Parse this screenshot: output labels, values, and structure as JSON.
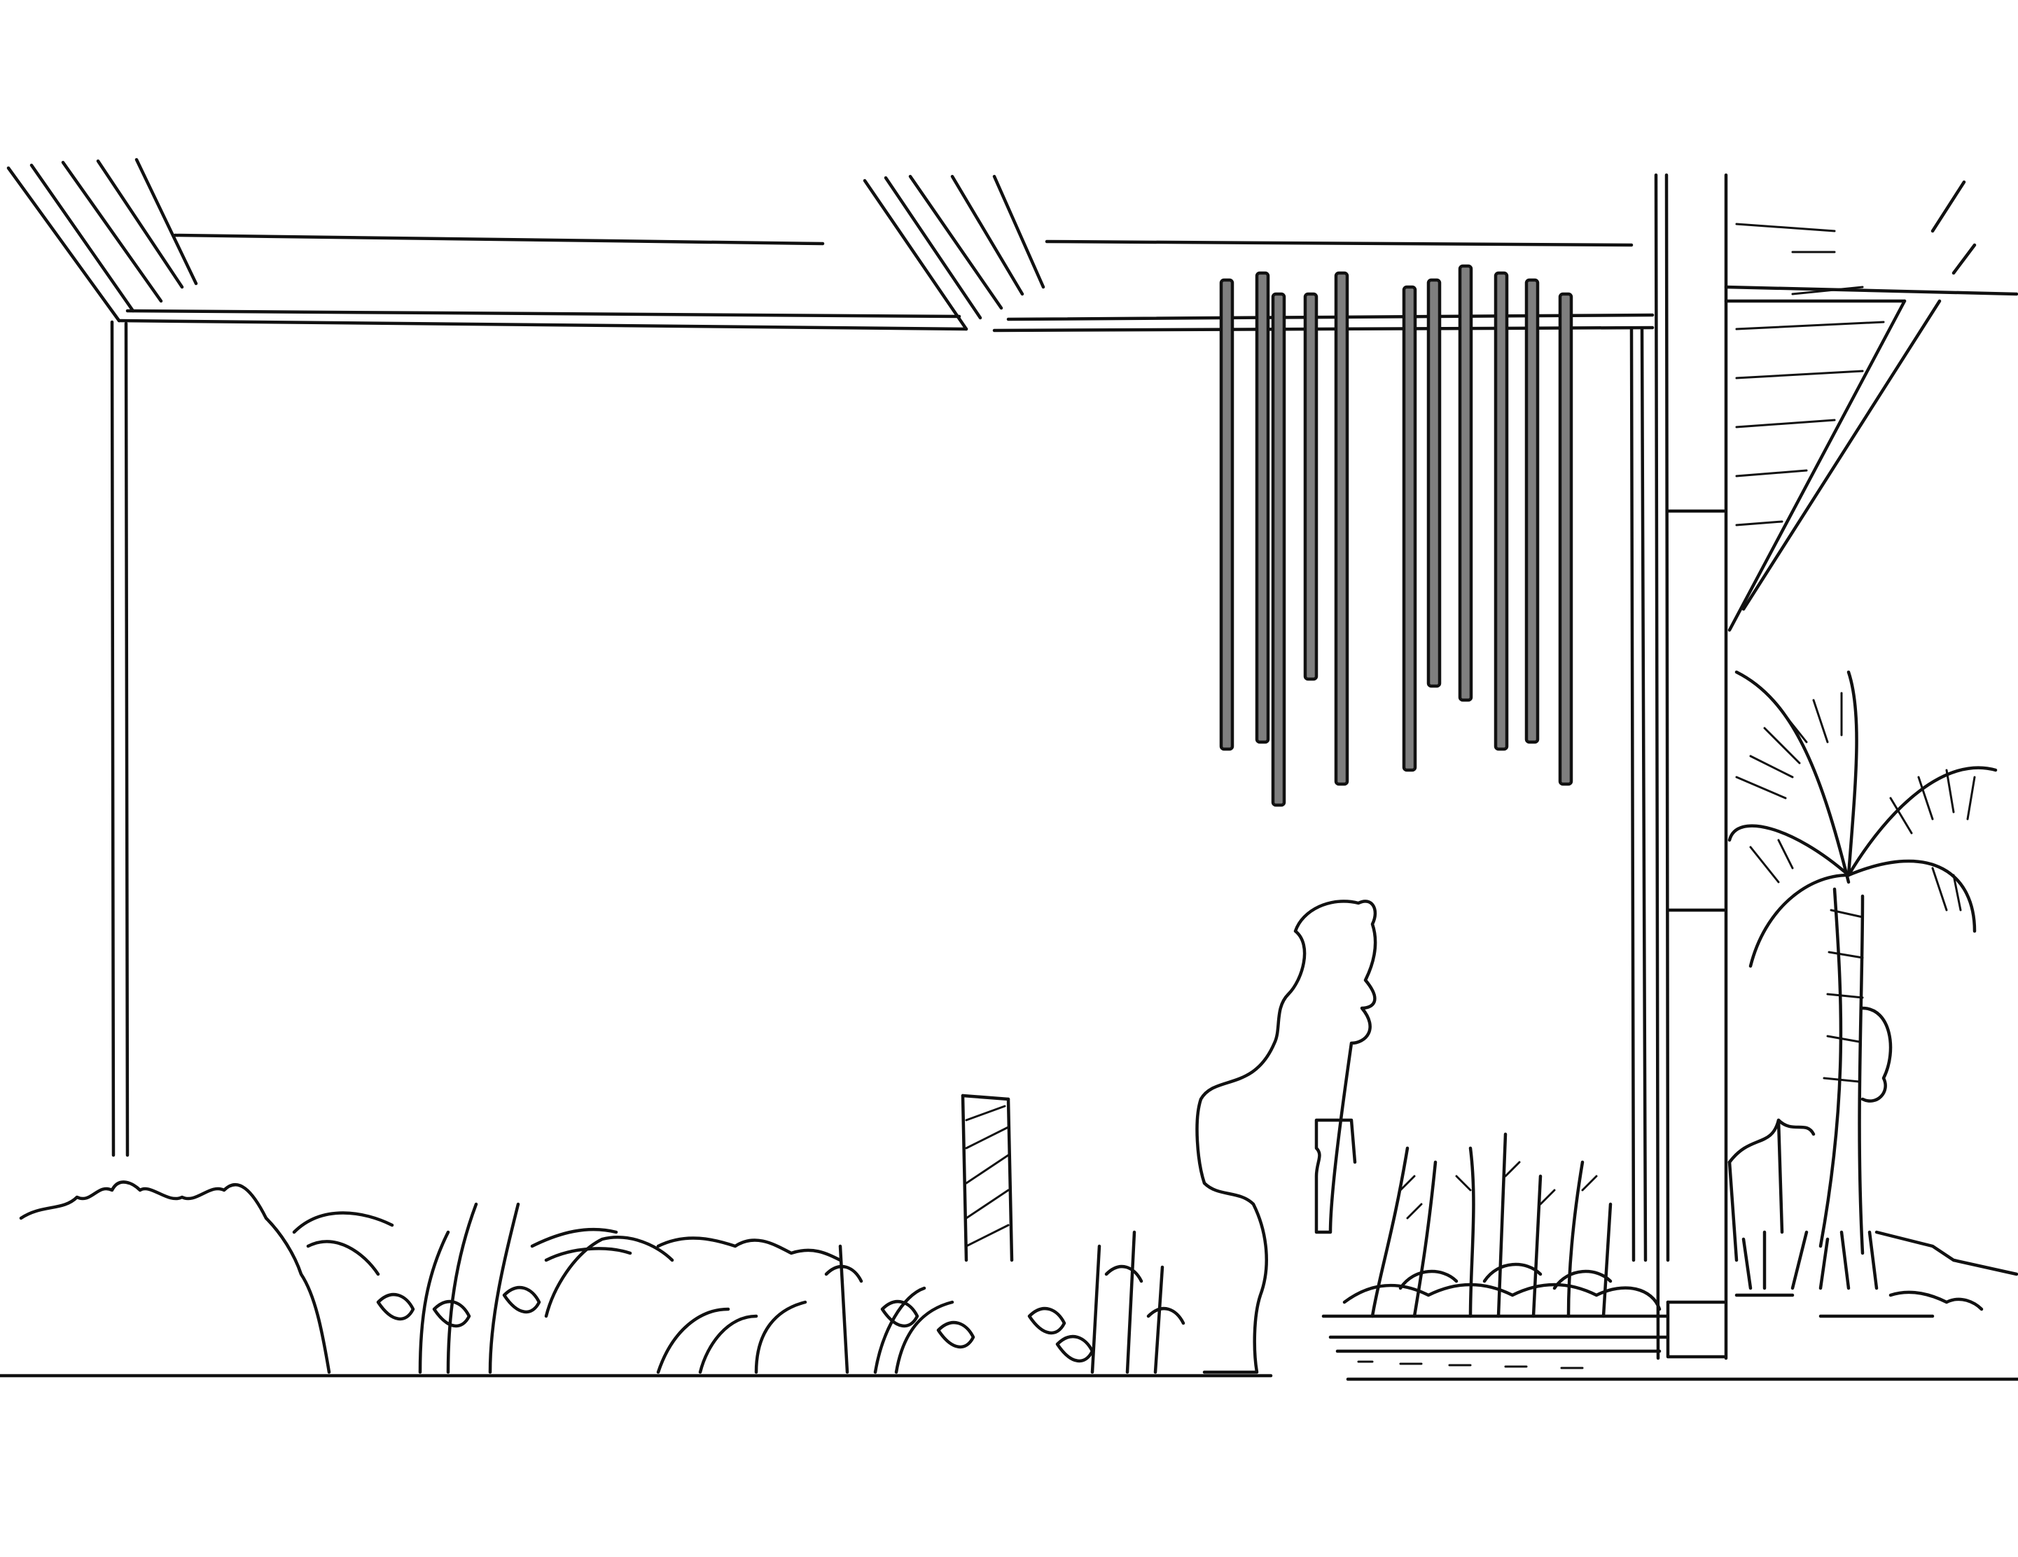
{
  "scene": {
    "subject": "architectural-line-drawing",
    "ink_color": "#111111",
    "rod_fill": "#7f7f7f",
    "background": "#ffffff",
    "rods": [
      {
        "top": 0.04,
        "length": 0.67
      },
      {
        "top": 0.03,
        "length": 0.67
      },
      {
        "top": 0.06,
        "length": 0.73
      },
      {
        "top": 0.06,
        "length": 0.55
      },
      {
        "top": 0.03,
        "length": 0.73
      },
      {
        "top": 0.05,
        "length": 0.69
      },
      {
        "top": 0.04,
        "length": 0.58
      },
      {
        "top": 0.02,
        "length": 0.62
      },
      {
        "top": 0.03,
        "length": 0.68
      },
      {
        "top": 0.04,
        "length": 0.66
      },
      {
        "top": 0.06,
        "length": 0.7
      }
    ]
  }
}
